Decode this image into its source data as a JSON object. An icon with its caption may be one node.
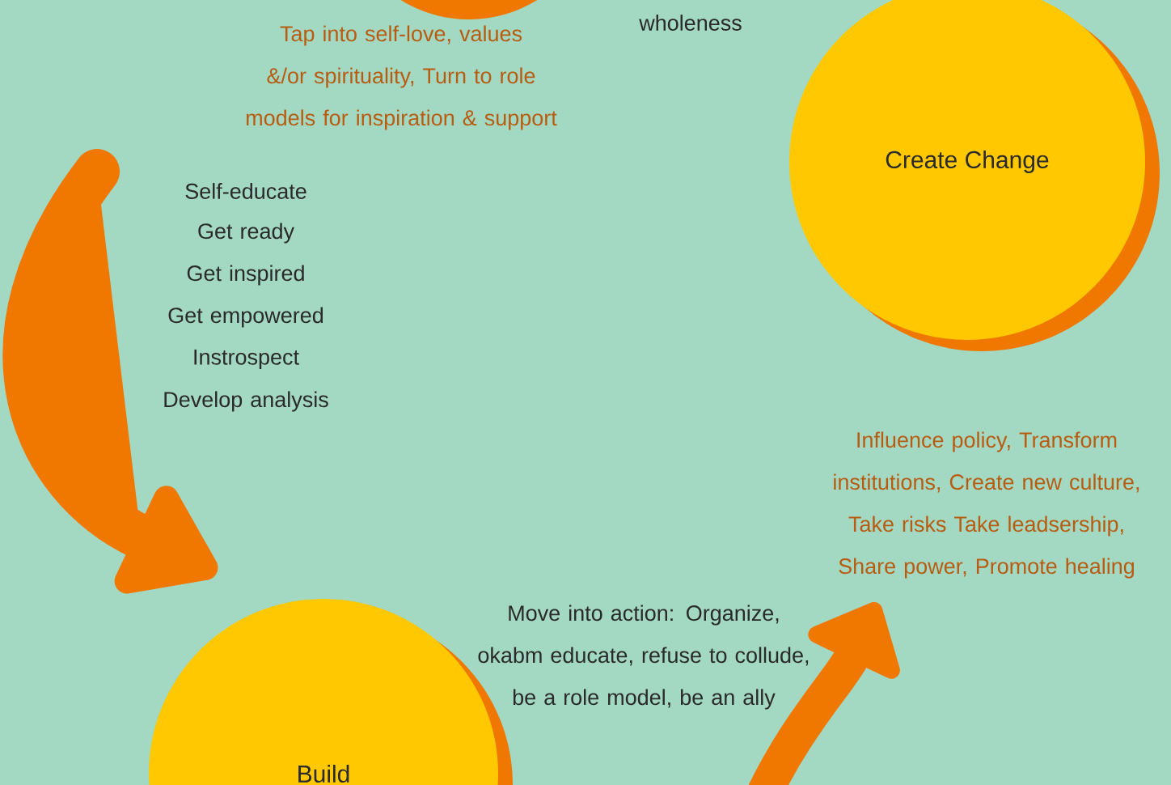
{
  "diagram": {
    "nodes": [
      {
        "text": [],
        "shape": "circle"
      },
      {
        "text": [
          "Create Change"
        ]
      },
      {
        "text": [
          "Build"
        ]
      },
      {
        "text": [
          "Influence policy, Transform institutions, Create new culture, Take risks Take leadsership, Share power, Promote healing"
        ]
      }
    ],
    "edges": [
      {
        "from": null,
        "to": 2,
        "arrow": "to"
      },
      {
        "from": null,
        "to": 3,
        "arrow": "to"
      }
    ],
    "labels": [
      "wholeness",
      "Tap into self-love, values &/or spirituality, Turn to role models for inspiration & support",
      "Self-educate",
      "Get ready",
      "Get inspired",
      "Get empowered",
      "Instrospect",
      "Develop analysis",
      "Move into action: Organize, okabm educate, refuse to collude, be a role model, be an ally"
    ]
  }
}
